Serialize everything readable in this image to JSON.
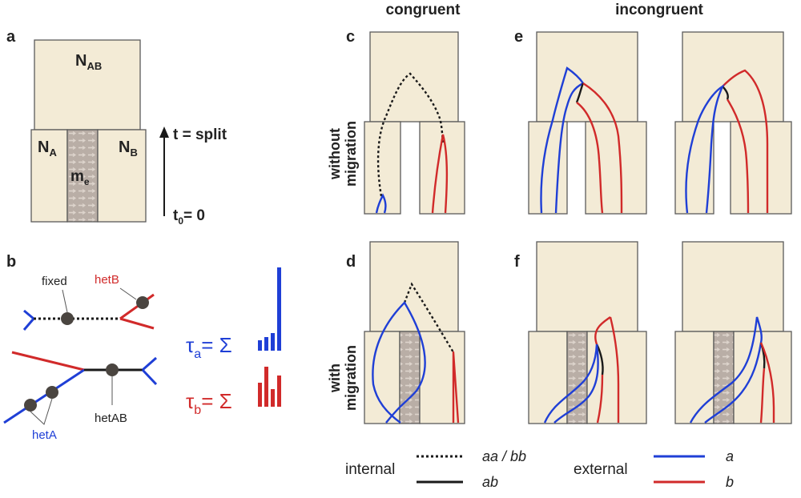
{
  "panel_labels": {
    "a": "a",
    "b": "b",
    "c": "c",
    "d": "d",
    "e": "e",
    "f": "f"
  },
  "column_headers": {
    "congruent": "congruent",
    "incongruent": "incongruent"
  },
  "row_labels": {
    "without_line1": "without",
    "without_line2": "migration",
    "with_line1": "with",
    "with_line2": "migration"
  },
  "panel_a": {
    "ancestral_pop": {
      "main": "N",
      "sub": "AB"
    },
    "pop_a": {
      "main": "N",
      "sub": "A"
    },
    "pop_b": {
      "main": "N",
      "sub": "B"
    },
    "migration": {
      "main": "m",
      "sub": "e"
    },
    "time_split": "t = split",
    "time_zero": {
      "main": "t",
      "sub": "0",
      "rest": "= 0"
    }
  },
  "panel_b": {
    "fixed": "fixed",
    "hetB": "hetB",
    "hetA": "hetA",
    "hetAB": "hetAB",
    "tau_a": {
      "main": "τ",
      "sub": "a",
      "rest": "=  Σ"
    },
    "tau_b": {
      "main": "τ",
      "sub": "b",
      "rest": "=  Σ"
    }
  },
  "legend": {
    "internal_label": "internal",
    "internal_dotted": "aa / bb",
    "internal_solid": "ab",
    "external_label": "external",
    "external_blue": "a",
    "external_red": "b"
  },
  "colors": {
    "lineage_a": "#1f3fd6",
    "lineage_b": "#d12a2a",
    "internal": "#1a1a1a",
    "population": "#f3ebd6",
    "migration_band": "#b9aea6"
  }
}
